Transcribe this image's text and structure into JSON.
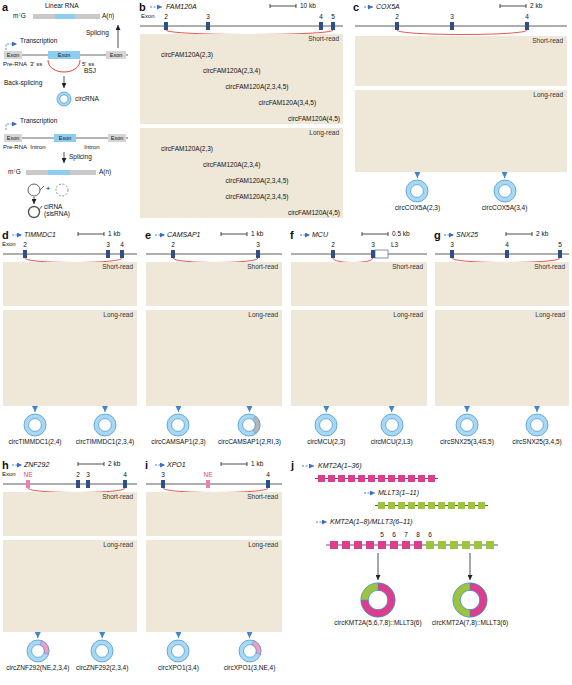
{
  "diagram": {
    "nodes": [
      {
        "text": [
          "Short-read",
          "circFAM120A(2,3)",
          "circFAM120A(2,3,4)",
          "circFAM120A(2,3,4,5)",
          "circFAM120A(3,4,5)",
          "circFAM120A(4,5)"
        ]
      },
      {
        "text": [
          "Long-read",
          "circFAM120A(2,3)",
          "circFAM120A(2,3,4)",
          "circFAM120A(2,3,4,5)",
          "circFAM120A(2,3,4,5)",
          "circFAM120A(4,5)"
        ]
      },
      {
        "text": [
          "Short-read"
        ]
      },
      {
        "text": [
          "Long-read"
        ]
      },
      {
        "text": [
          "circCOX5A(2,3)"
        ]
      },
      {
        "text": [
          "circCOX5A(3,4)"
        ]
      },
      {
        "text": [
          "Short-read"
        ]
      },
      {
        "text": [
          "Long-read"
        ]
      },
      {
        "text": [
          "circTIMMDC1(2,4)"
        ]
      },
      {
        "text": [
          "circTIMMDC1(2,3,4)"
        ]
      },
      {
        "text": [
          "Short-read"
        ]
      },
      {
        "text": [
          "Long-read"
        ]
      },
      {
        "text": [
          "circCAMSAP1(2,3)"
        ]
      },
      {
        "text": [
          "circCAMSAP1(2,RI,3)"
        ]
      },
      {
        "text": [
          "Short-read"
        ]
      },
      {
        "text": [
          "Long-read"
        ]
      },
      {
        "text": [
          "circMCU(2,3)"
        ]
      },
      {
        "text": [
          "circMCU(2,L3)"
        ]
      },
      {
        "text": [
          "Short-read"
        ]
      },
      {
        "text": [
          "Long-read"
        ]
      },
      {
        "text": [
          "circSNX25(3,4S,5)"
        ]
      },
      {
        "text": [
          "circSNX25(3,4,5)"
        ]
      },
      {
        "text": [
          "Short-read"
        ]
      },
      {
        "text": [
          "Long-read"
        ]
      },
      {
        "text": [
          "circZNF292(NE,2,3,4)"
        ]
      },
      {
        "text": [
          "circZNF292(2,3,4)"
        ]
      },
      {
        "text": [
          "Short-read"
        ]
      },
      {
        "text": [
          "Long-read"
        ]
      },
      {
        "text": [
          "circXPO1(3,4)"
        ]
      },
      {
        "text": [
          "circXPO1(3,NE,4)"
        ]
      },
      {
        "text": [
          "circKMT2A(5,6,7,8)::MLLT3(6)"
        ]
      },
      {
        "text": [
          "circKMT2A(7,8)::MLLT3(6)"
        ]
      }
    ],
    "edges": [
      {
        "from": 3,
        "to": 4,
        "arrow": "to"
      },
      {
        "from": 3,
        "to": 5,
        "arrow": "to"
      },
      {
        "from": 7,
        "to": 8,
        "arrow": "to"
      },
      {
        "from": 7,
        "to": 9,
        "arrow": "to"
      },
      {
        "from": 11,
        "to": 12,
        "arrow": "to"
      },
      {
        "from": 11,
        "to": 13,
        "arrow": "to"
      },
      {
        "from": 15,
        "to": 16,
        "arrow": "to"
      },
      {
        "from": 15,
        "to": 17,
        "arrow": "to"
      },
      {
        "from": 19,
        "to": 20,
        "arrow": "to"
      },
      {
        "from": 19,
        "to": 21,
        "arrow": "to"
      },
      {
        "from": 23,
        "to": 24,
        "arrow": "to"
      },
      {
        "from": 23,
        "to": 25,
        "arrow": "to"
      },
      {
        "from": 27,
        "to": 28,
        "arrow": "to"
      },
      {
        "from": 27,
        "to": 29,
        "arrow": "to"
      }
    ],
    "labels": [
      "a",
      "Linear RNA",
      "m⁷G",
      "A(n)",
      "Splicing",
      "Transcription",
      "Exon",
      "Exon",
      "Exon",
      "Pre-RNA",
      "3′ ss",
      "5′ ss",
      "BSJ",
      "Back-splicing",
      "circRNA",
      "Transcription",
      "Exon",
      "Intron",
      "Exon",
      "Intron",
      "Exon",
      "Pre-RNA",
      "Splicing",
      "m⁷G",
      "A(n)",
      "+",
      "ciRNA (sisRNA)",
      "b",
      "FAM120A",
      "10 kb",
      "Exon",
      "2",
      "3",
      "4",
      "5",
      "c",
      "COX5A",
      "2 kb",
      "2",
      "3",
      "4",
      "d",
      "TIMMDC1",
      "1 kb",
      "Exon",
      "2",
      "3",
      "4",
      "e",
      "CAMSAP1",
      "1 kb",
      "2",
      "3",
      "f",
      "MCU",
      "0.5 kb",
      "2",
      "3",
      "L3",
      "g",
      "SNX25",
      "2 kb",
      "3",
      "4",
      "5",
      "h",
      "ZNF292",
      "2 kb",
      "Exon",
      "NE",
      "2",
      "3",
      "4",
      "i",
      "XPO1",
      "1 kb",
      "3",
      "NE",
      "4",
      "j",
      "KMT2A(1–36)",
      "MLLT3(1–11)",
      "KMT2A(1–8)/MLLT3(6–11)",
      "5",
      "6",
      "7",
      "8",
      "6"
    ]
  }
}
